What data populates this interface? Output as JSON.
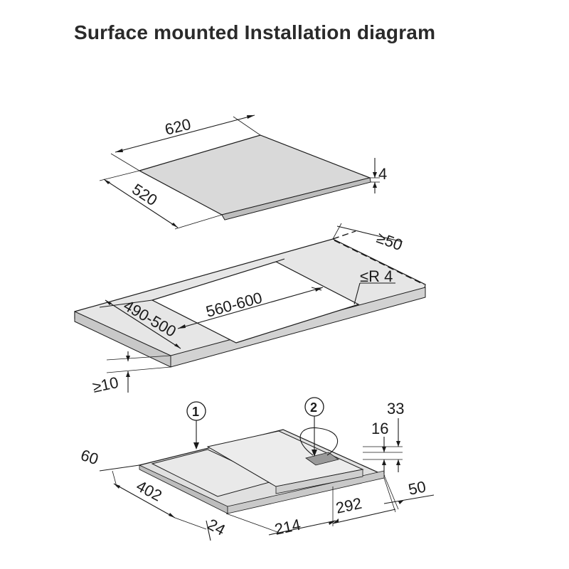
{
  "title": "Surface mounted Installation diagram",
  "dimensions": {
    "hob_width": "620",
    "hob_depth": "520",
    "hob_thickness": "4",
    "margin_back": "≥50",
    "corner_radius": "≤R 4",
    "cutout_width": "560-600",
    "cutout_depth": "490-500",
    "worktop_min_thickness": "≥10",
    "callout_1": "1",
    "callout_2": "2",
    "dim_33": "33",
    "dim_16": "16",
    "dim_60": "60",
    "dim_402": "402",
    "dim_24": "24",
    "dim_214": "214",
    "dim_292": "292",
    "dim_50": "50"
  },
  "colors": {
    "hob_glass": "#d9d9d9",
    "worktop": "#e6e6e6",
    "worktop_edge": "#c8c8c8",
    "underside": "#e0e0e0",
    "line": "#1a1a1a"
  }
}
